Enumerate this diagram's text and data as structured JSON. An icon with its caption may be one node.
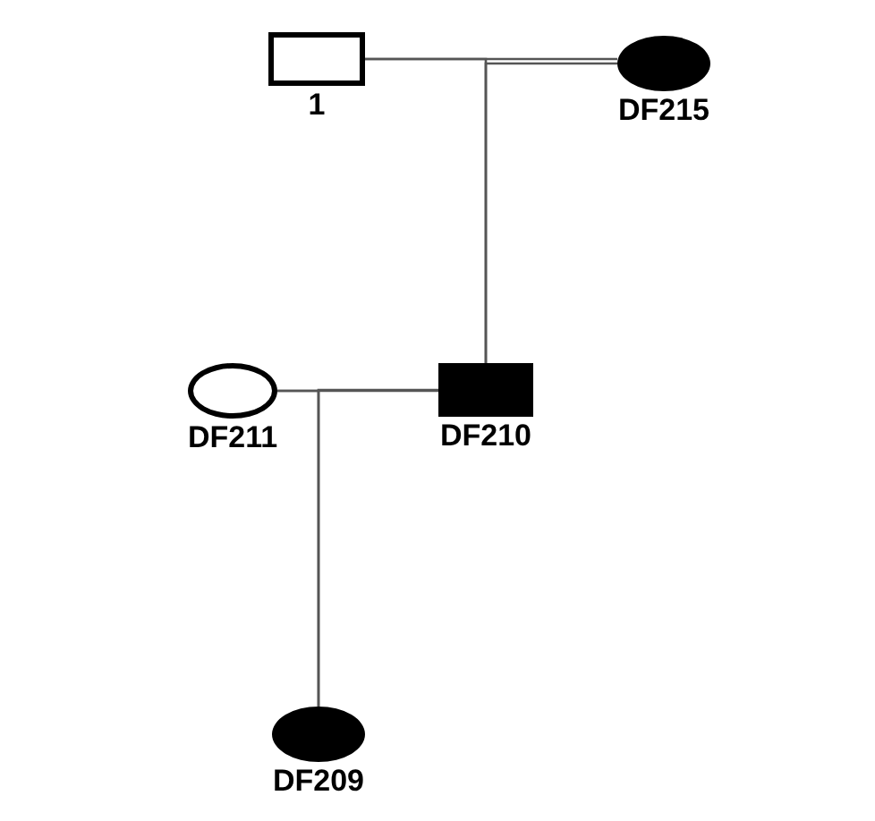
{
  "diagram": {
    "nodes": [
      {
        "text": [],
        "shape": "box",
        "beside": [
          "1"
        ]
      },
      {
        "text": [],
        "shape": "circle",
        "beside": [
          "DF215"
        ]
      },
      {
        "text": [],
        "shape": "box",
        "beside": [
          "DF210"
        ]
      },
      {
        "text": [],
        "shape": "circle",
        "beside": [
          "DF211"
        ]
      },
      {
        "text": [],
        "shape": "circle",
        "beside": [
          "DF209"
        ]
      }
    ],
    "edges": [
      {
        "from": 0,
        "to": 1,
        "arrow": "none"
      },
      {
        "from": 0,
        "to": 2,
        "arrow": "none"
      },
      {
        "from": 1,
        "to": 2,
        "arrow": "none"
      },
      {
        "from": 3,
        "to": 2,
        "arrow": "none"
      },
      {
        "from": 3,
        "to": 4,
        "arrow": "none"
      },
      {
        "from": 2,
        "to": 4,
        "arrow": "none"
      }
    ]
  }
}
